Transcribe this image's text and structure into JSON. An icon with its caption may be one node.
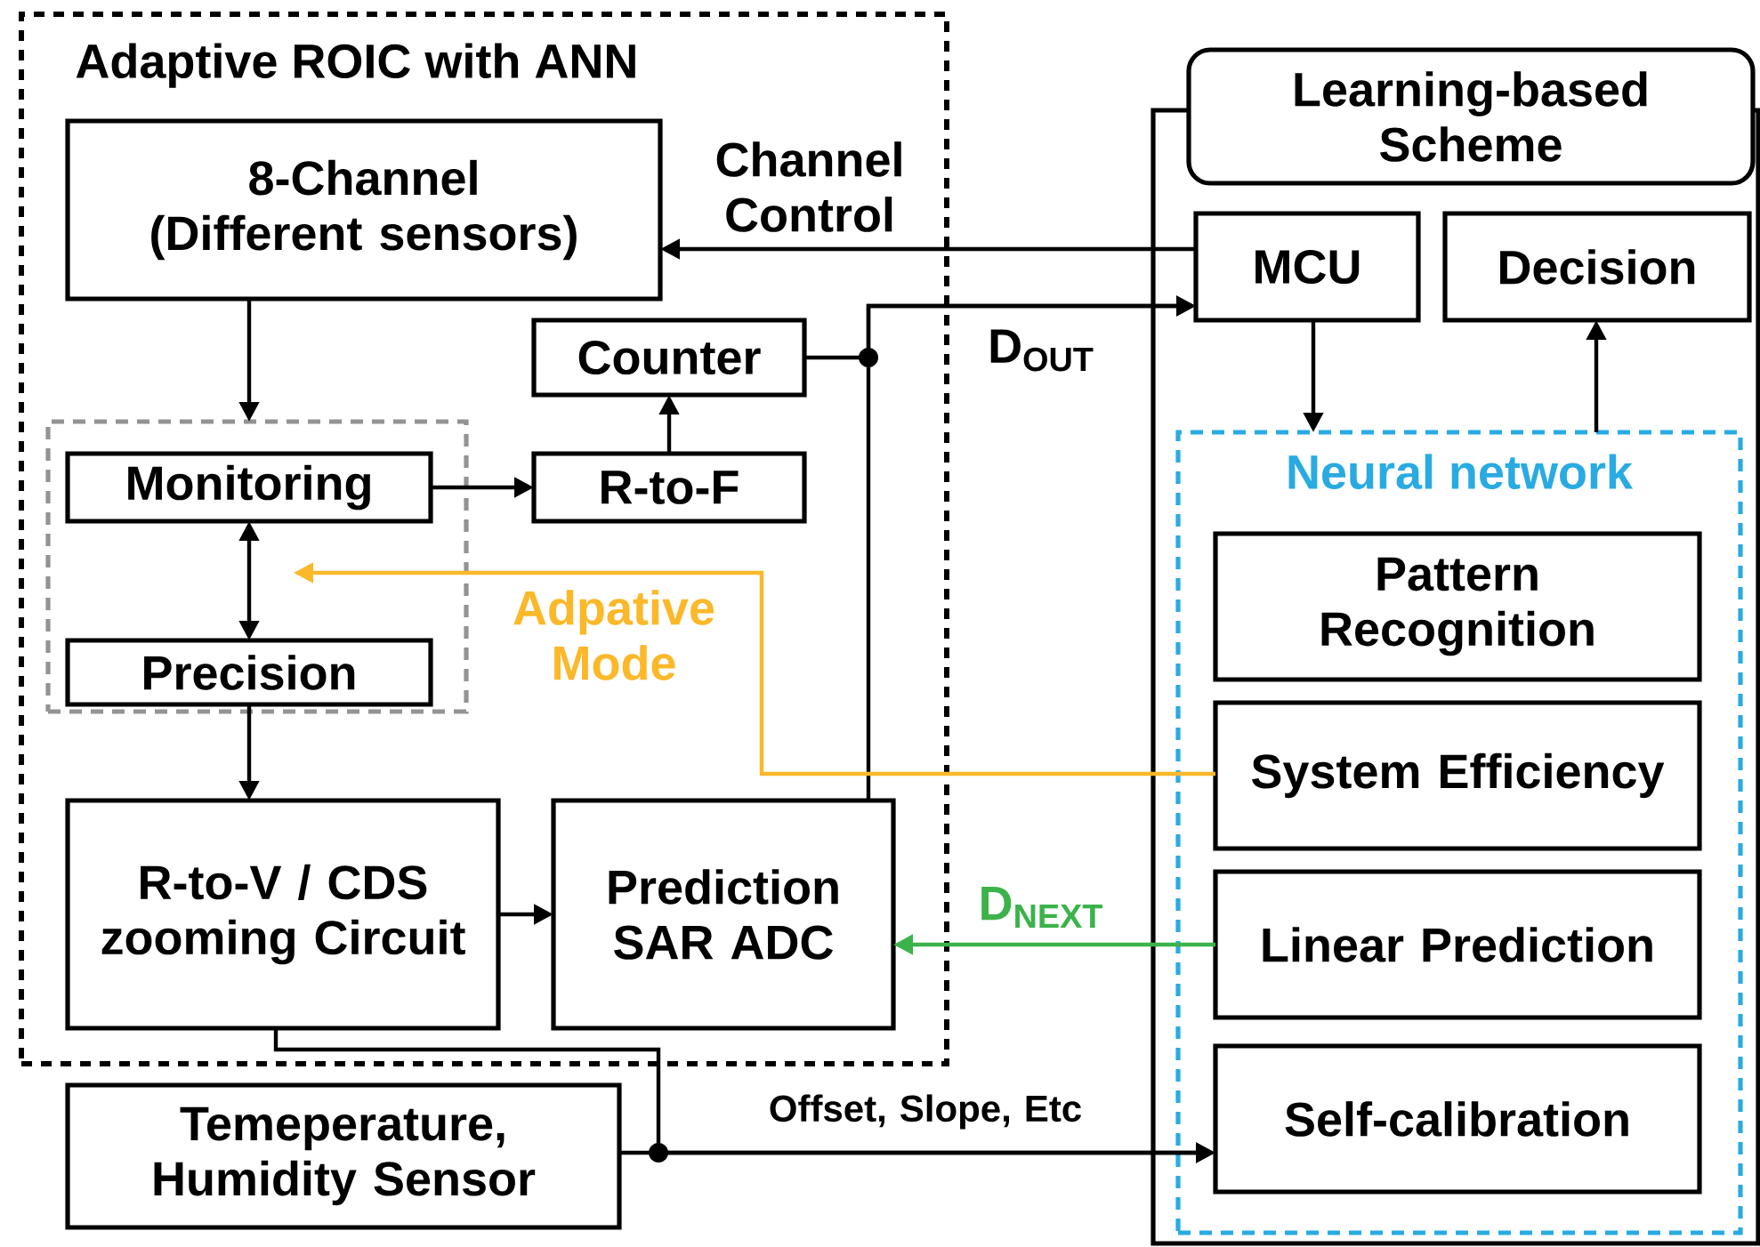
{
  "diagram": {
    "nodes": [
      {
        "text": [
          "Adaptive ROIC with ANN"
        ]
      },
      {
        "text": [
          "8-Channel (Different sensors)"
        ],
        "in": 0
      },
      {
        "text": [
          "Counter"
        ],
        "in": 0
      },
      {
        "text": [],
        "shape": "box",
        "in": 0
      },
      {
        "text": [
          "Monitoring"
        ],
        "in": 3
      },
      {
        "text": [
          "R-to-F"
        ],
        "in": 0
      },
      {
        "text": [
          "Precision"
        ],
        "in": 3
      },
      {
        "text": [
          "R-to-V / CDS zooming Circuit"
        ],
        "in": 0
      },
      {
        "text": [
          "Prediction SAR ADC"
        ],
        "in": 0
      },
      {
        "text": [
          "Temeperature, Humidity Sensor"
        ]
      },
      {
        "text": [
          "Learning-based Scheme"
        ]
      },
      {
        "text": [],
        "shape": "box"
      },
      {
        "text": [
          "MCU"
        ],
        "in": 11
      },
      {
        "text": [
          "Decision"
        ],
        "in": 11
      },
      {
        "text": [
          "Neural network"
        ],
        "in": 11
      },
      {
        "text": [
          "Pattern Recognition"
        ],
        "in": 14
      },
      {
        "text": [
          "System Efficiency"
        ],
        "in": 14
      },
      {
        "text": [
          "Linear Prediction"
        ],
        "in": 14
      },
      {
        "text": [
          "Self-calibration"
        ],
        "in": 14
      }
    ],
    "edges": [
      {
        "from": 12,
        "to": 1,
        "arrow": "to",
        "label": "Channel Control"
      },
      {
        "from": 1,
        "to": 3,
        "arrow": "to"
      },
      {
        "from": 4,
        "to": 5,
        "arrow": "to"
      },
      {
        "from": 5,
        "to": 2,
        "arrow": "to"
      },
      {
        "from": 2,
        "to": 12,
        "arrow": "to",
        "label": "D$_{OUT}$"
      },
      {
        "from": 8,
        "to": 12,
        "arrow": "to"
      },
      {
        "from": 4,
        "to": 6,
        "arrow": "both"
      },
      {
        "from": 16,
        "to": null,
        "arrow": "to",
        "label": "Adpative Mode",
        "color": "#fbb829"
      },
      {
        "from": 6,
        "to": 7,
        "arrow": "to"
      },
      {
        "from": 7,
        "to": 8,
        "arrow": "to"
      },
      {
        "from": 17,
        "to": 8,
        "arrow": "to",
        "label": "D$_{NEXT}$",
        "color": "#3bb34a"
      },
      {
        "from": 12,
        "to": 14,
        "arrow": "to"
      },
      {
        "from": 14,
        "to": 13,
        "arrow": "to"
      },
      {
        "from": 7,
        "to": 18,
        "arrow": "to"
      },
      {
        "from": 9,
        "to": 18,
        "arrow": "to",
        "label": "Offset, Slope, Etc"
      }
    ]
  }
}
